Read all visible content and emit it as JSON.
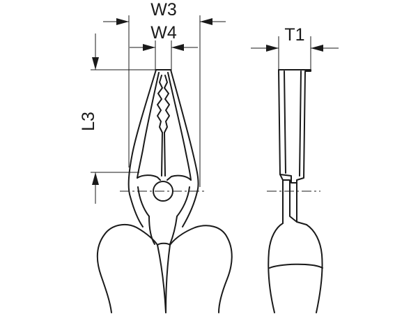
{
  "dimensions": {
    "w3": "W3",
    "w4": "W4",
    "l3": "L3",
    "t1": "T1"
  },
  "colors": {
    "line": "#1a1a1a",
    "background": "#ffffff"
  }
}
